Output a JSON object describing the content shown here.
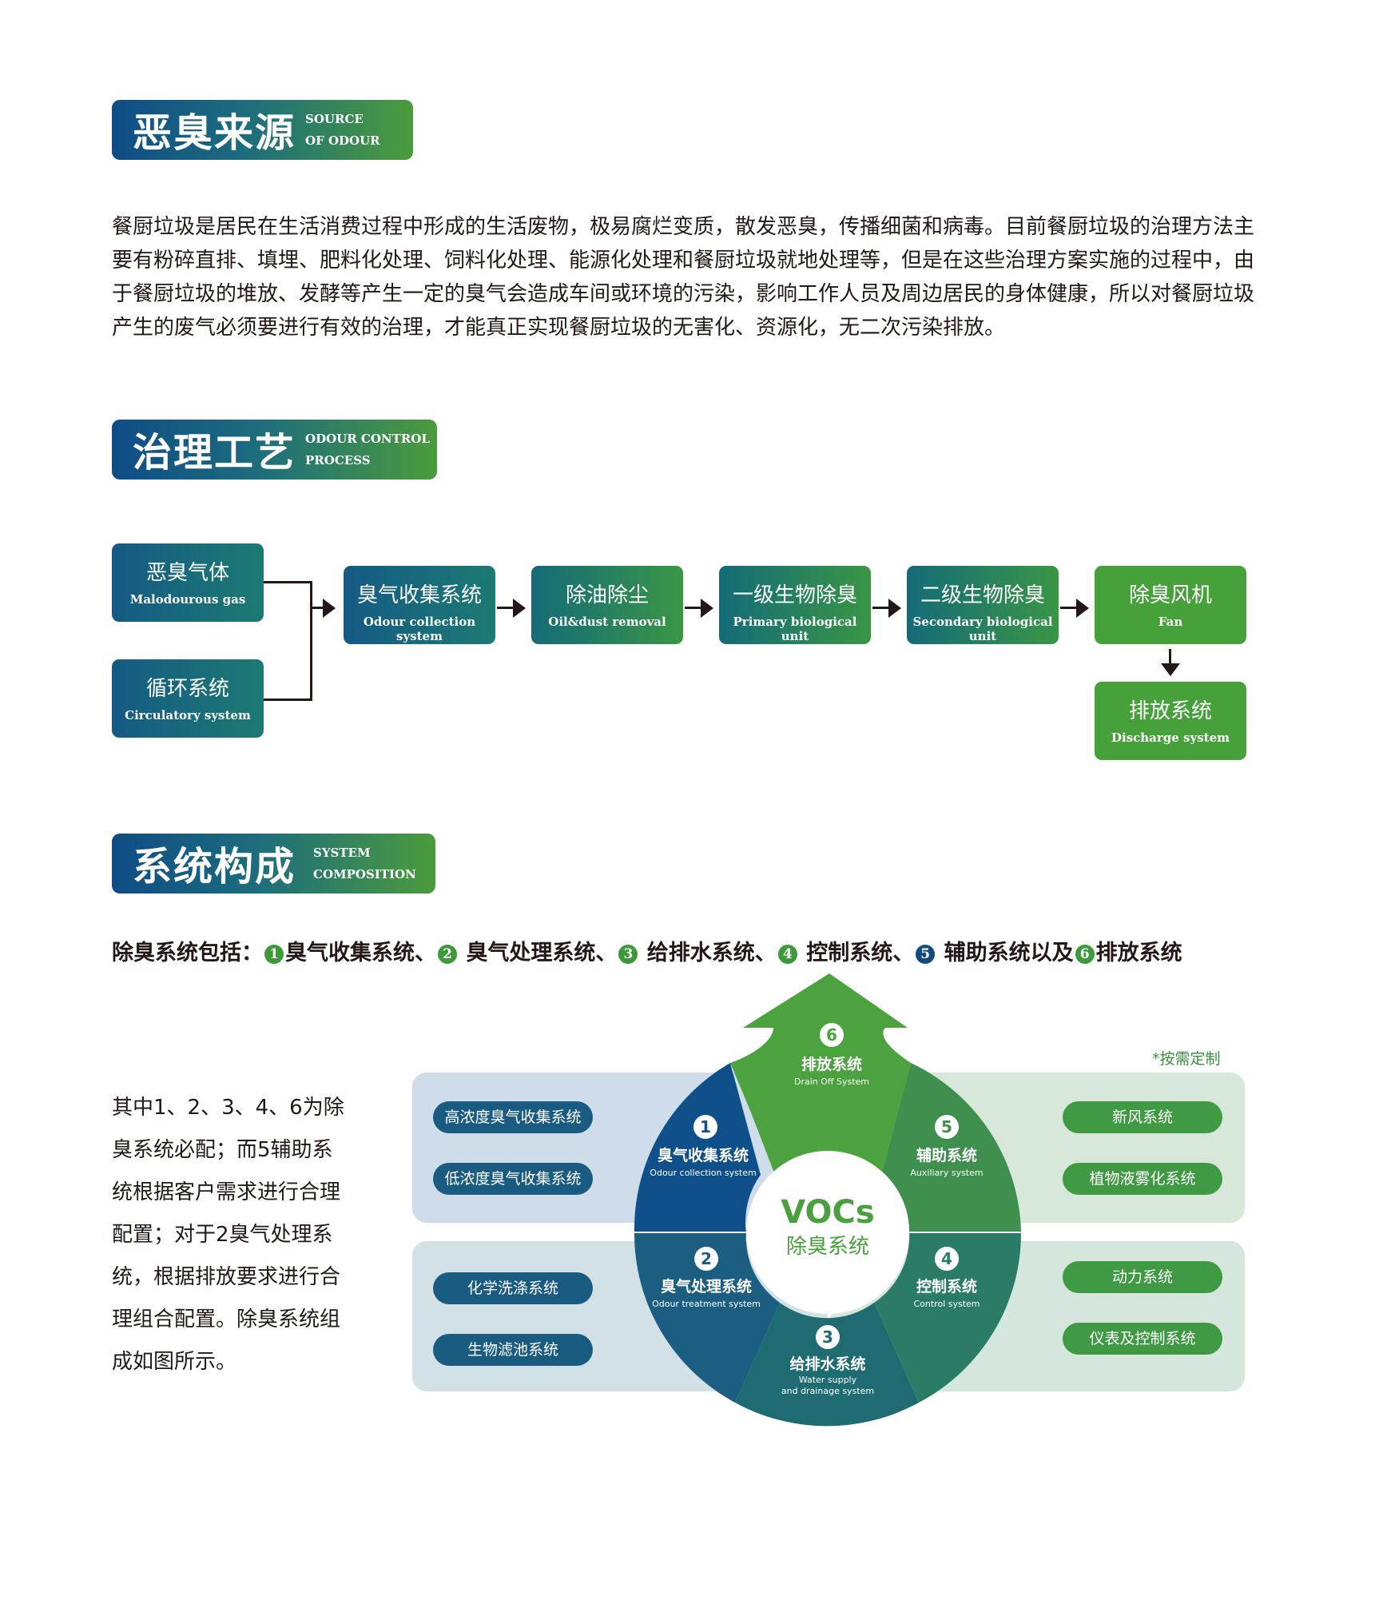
{
  "sections": {
    "source": {
      "cn": "恶臭来源",
      "en1": "SOURCE",
      "en2": "OF ODOUR"
    },
    "process": {
      "cn": "治理工艺",
      "en1": "ODOUR CONTROL",
      "en2": "PROCESS"
    },
    "system": {
      "cn": "系统构成",
      "en1": "SYSTEM",
      "en2": "COMPOSITION"
    }
  },
  "source_paragraph": "餐厨垃圾是居民在生活消费过程中形成的生活废物，极易腐烂变质，散发恶臭，传播细菌和病毒。目前餐厨垃圾的治理方法主要有粉碎直排、填埋、肥料化处理、饲料化处理、能源化处理和餐厨垃圾就地处理等，但是在这些治理方案实施的过程中，由于餐厨垃圾的堆放、发酵等产生一定的臭气会造成车间或环境的污染，影响工作人员及周边居民的身体健康，所以对餐厨垃圾产生的废气必须要进行有效的治理，才能真正实现餐厨垃圾的无害化、资源化，无二次污染排放。",
  "flow": {
    "inputs": [
      {
        "cn": "恶臭气体",
        "en": "Malodourous gas"
      },
      {
        "cn": "循环系统",
        "en": "Circulatory system"
      }
    ],
    "steps": [
      {
        "cn": "臭气收集系统",
        "en": "Odour collection system"
      },
      {
        "cn": "除油除尘",
        "en": "Oil&dust removal"
      },
      {
        "cn": "一级生物除臭",
        "en": "Primary biological unit"
      },
      {
        "cn": "二级生物除臭",
        "en": "Secondary biological unit"
      },
      {
        "cn": "除臭风机",
        "en": "Fan"
      }
    ],
    "discharge": {
      "cn": "排放系统",
      "en": "Discharge system"
    }
  },
  "include": {
    "label": "除臭系统包括：",
    "items": [
      {
        "num": "1",
        "text": "臭气收集系统、"
      },
      {
        "num": "2",
        "text": " 臭气处理系统、"
      },
      {
        "num": "3",
        "text": " 给排水系统、"
      },
      {
        "num": "4",
        "text": " 控制系统、"
      },
      {
        "num": "5",
        "text": " 辅助系统以及"
      },
      {
        "num": "6",
        "text": "排放系统"
      }
    ]
  },
  "left_paragraph": "其中1、2、3、4、6为除臭系统必配；而5辅助系统根据客户需求进行合理配置；对于2臭气处理系统，根据排放要求进行合理组合配置。除臭系统组成如图所示。",
  "diagram": {
    "note": "*按需定制",
    "center_en": "VOCs",
    "center_cn": "除臭系统",
    "segments": [
      {
        "num": "1",
        "cn": "臭气收集系统",
        "en": "Odour collection system"
      },
      {
        "num": "2",
        "cn": "臭气处理系统",
        "en": "Odour treatment system"
      },
      {
        "num": "3",
        "cn": "给排水系统",
        "en1": "Water supply",
        "en2": "and drainage system"
      },
      {
        "num": "4",
        "cn": "控制系统",
        "en": "Control system"
      },
      {
        "num": "5",
        "cn": "辅助系统",
        "en": "Auxiliary system"
      },
      {
        "num": "6",
        "cn": "排放系统",
        "en": "Drain Off System"
      }
    ],
    "left_pills": [
      "高浓度臭气收集系统",
      "低浓度臭气收集系统",
      "化学洗涤系统",
      "生物滤池系统"
    ],
    "right_pills": [
      "新风系统",
      "植物液雾化系统",
      "动力系统",
      "仪表及控制系统"
    ]
  }
}
